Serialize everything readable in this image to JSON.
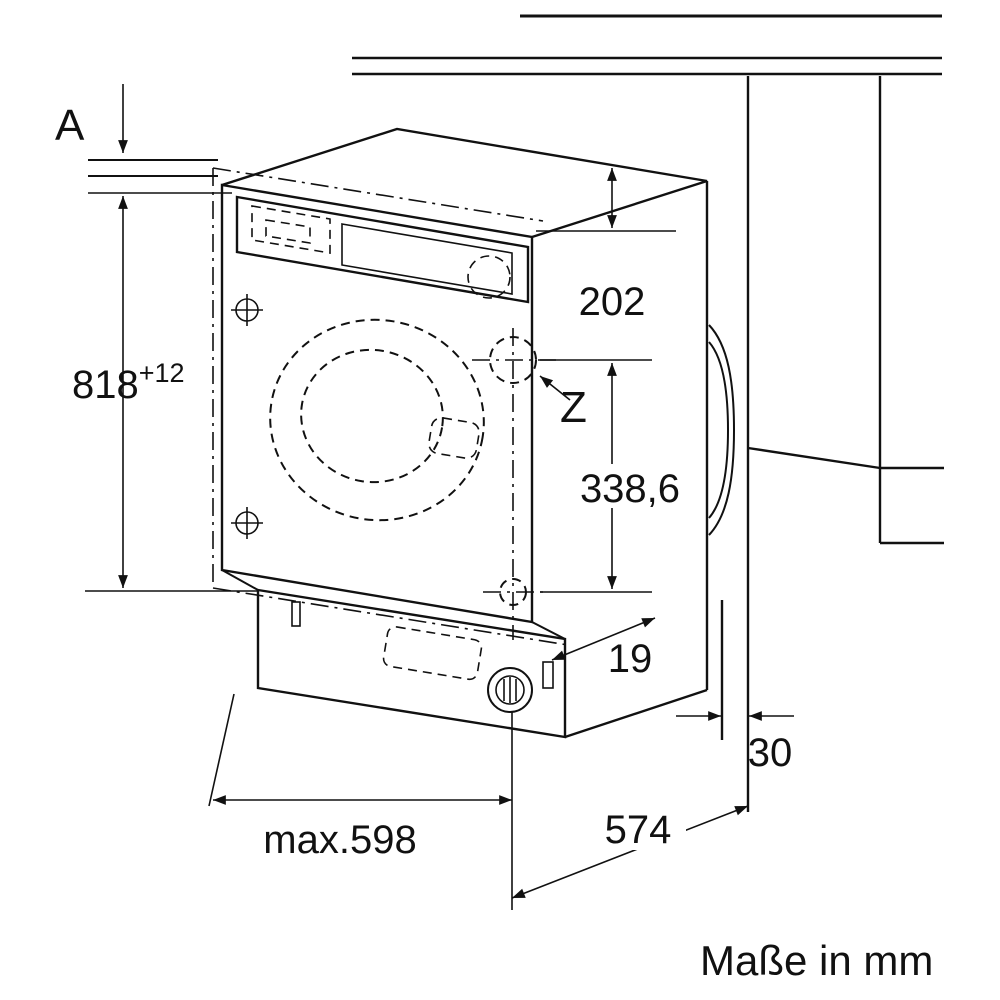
{
  "page": {
    "background": "#ffffff",
    "ink": "#111111",
    "description": "Installation dimension drawing of a built-in washing machine"
  },
  "annotations": {
    "gap_label": "A",
    "hinge_label": "Z",
    "units_note": "Maße in mm"
  },
  "dimensions": {
    "niche_height": {
      "value": "818",
      "tolerance": "+12"
    },
    "top_clearance": "202",
    "hinge_distance": "338,6",
    "front_gap": "19",
    "panel_thickness": "30",
    "width": "max.598",
    "depth": "574"
  }
}
